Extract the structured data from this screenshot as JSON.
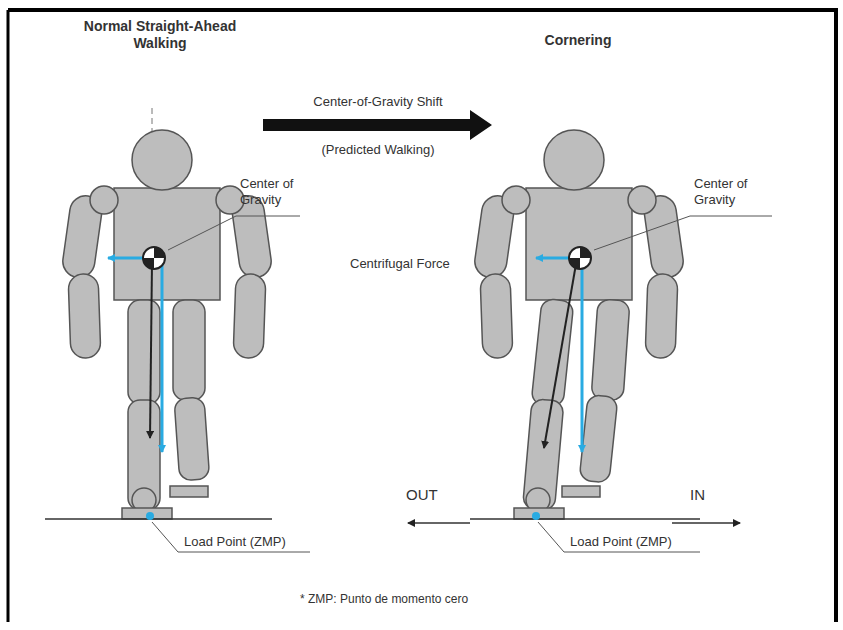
{
  "diagram": {
    "labels": [
      "Normal Straight-Ahead Walking",
      "Cornering",
      "Center-of-Gravity Shift",
      "(Predicted Walking)",
      "Center of Gravity",
      "Center of Gravity",
      "Centrifugal Force",
      "OUT",
      "IN",
      "Load Point (ZMP)",
      "Load Point (ZMP)",
      "* ZMP: Punto de momento cero"
    ]
  }
}
